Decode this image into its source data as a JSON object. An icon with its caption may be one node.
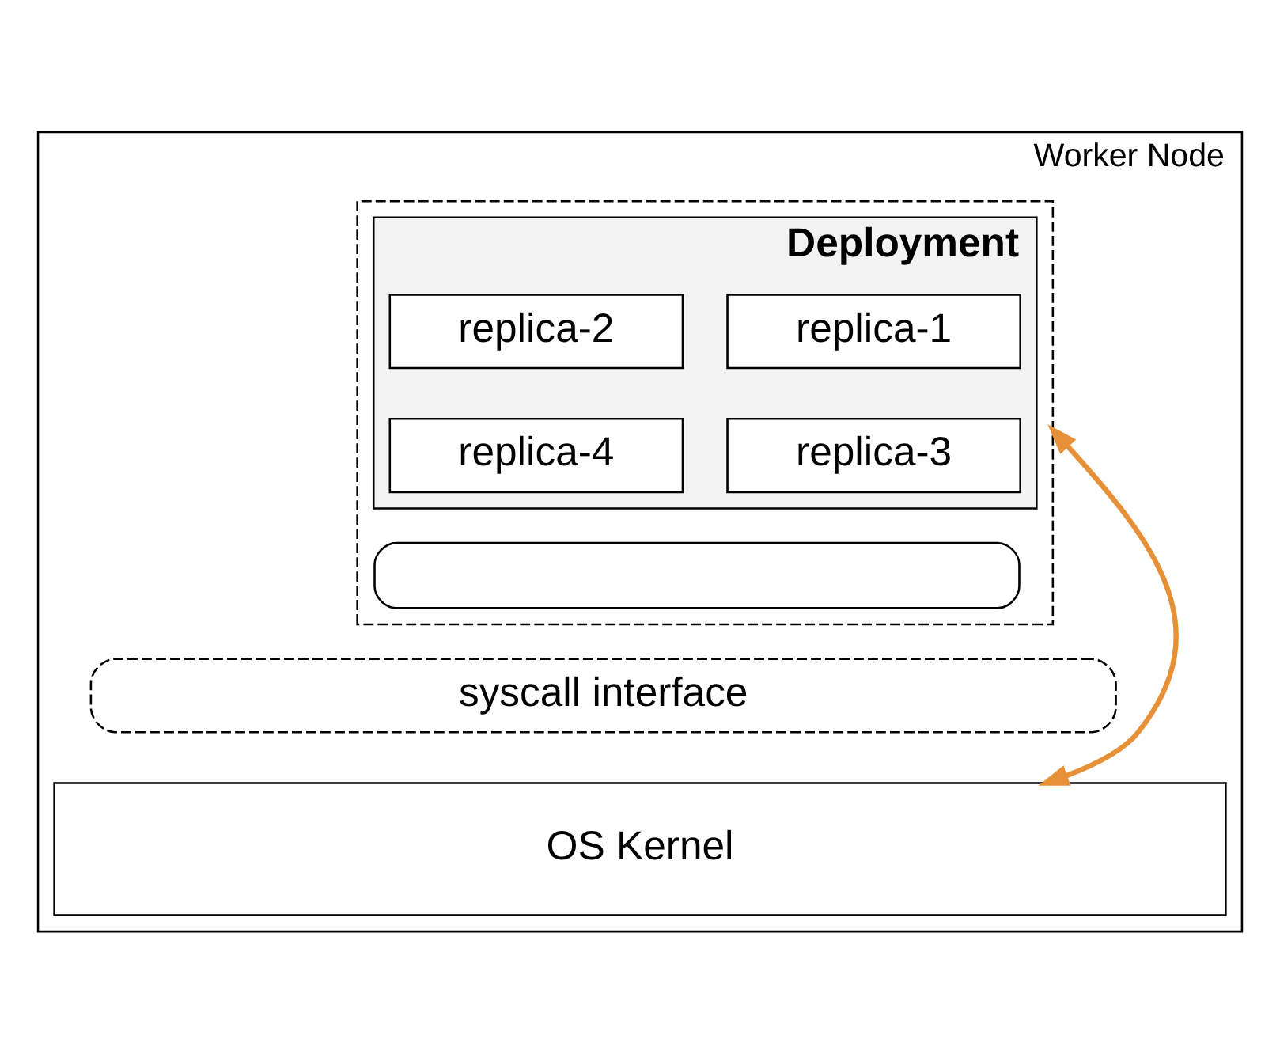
{
  "diagram": {
    "nodes": [
      {
        "text": [
          "Worker Node"
        ]
      },
      {
        "text": [],
        "shape": "box",
        "in": 0
      },
      {
        "text": [
          "Deployment"
        ],
        "in": 1
      },
      {
        "text": [
          "replica-1"
        ],
        "in": 2
      },
      {
        "text": [
          "replica-2"
        ],
        "in": 2
      },
      {
        "text": [
          "replica-3"
        ],
        "in": 2
      },
      {
        "text": [
          "replica-4"
        ],
        "in": 2
      },
      {
        "text": [],
        "shape": "box",
        "in": 1
      },
      {
        "text": [
          "syscall interface"
        ],
        "in": 0
      },
      {
        "text": [
          "OS Kernel"
        ],
        "in": 0
      }
    ],
    "edges": [
      {
        "from": 1,
        "to": 9,
        "arrow": "both",
        "color": "#e69138"
      }
    ]
  }
}
